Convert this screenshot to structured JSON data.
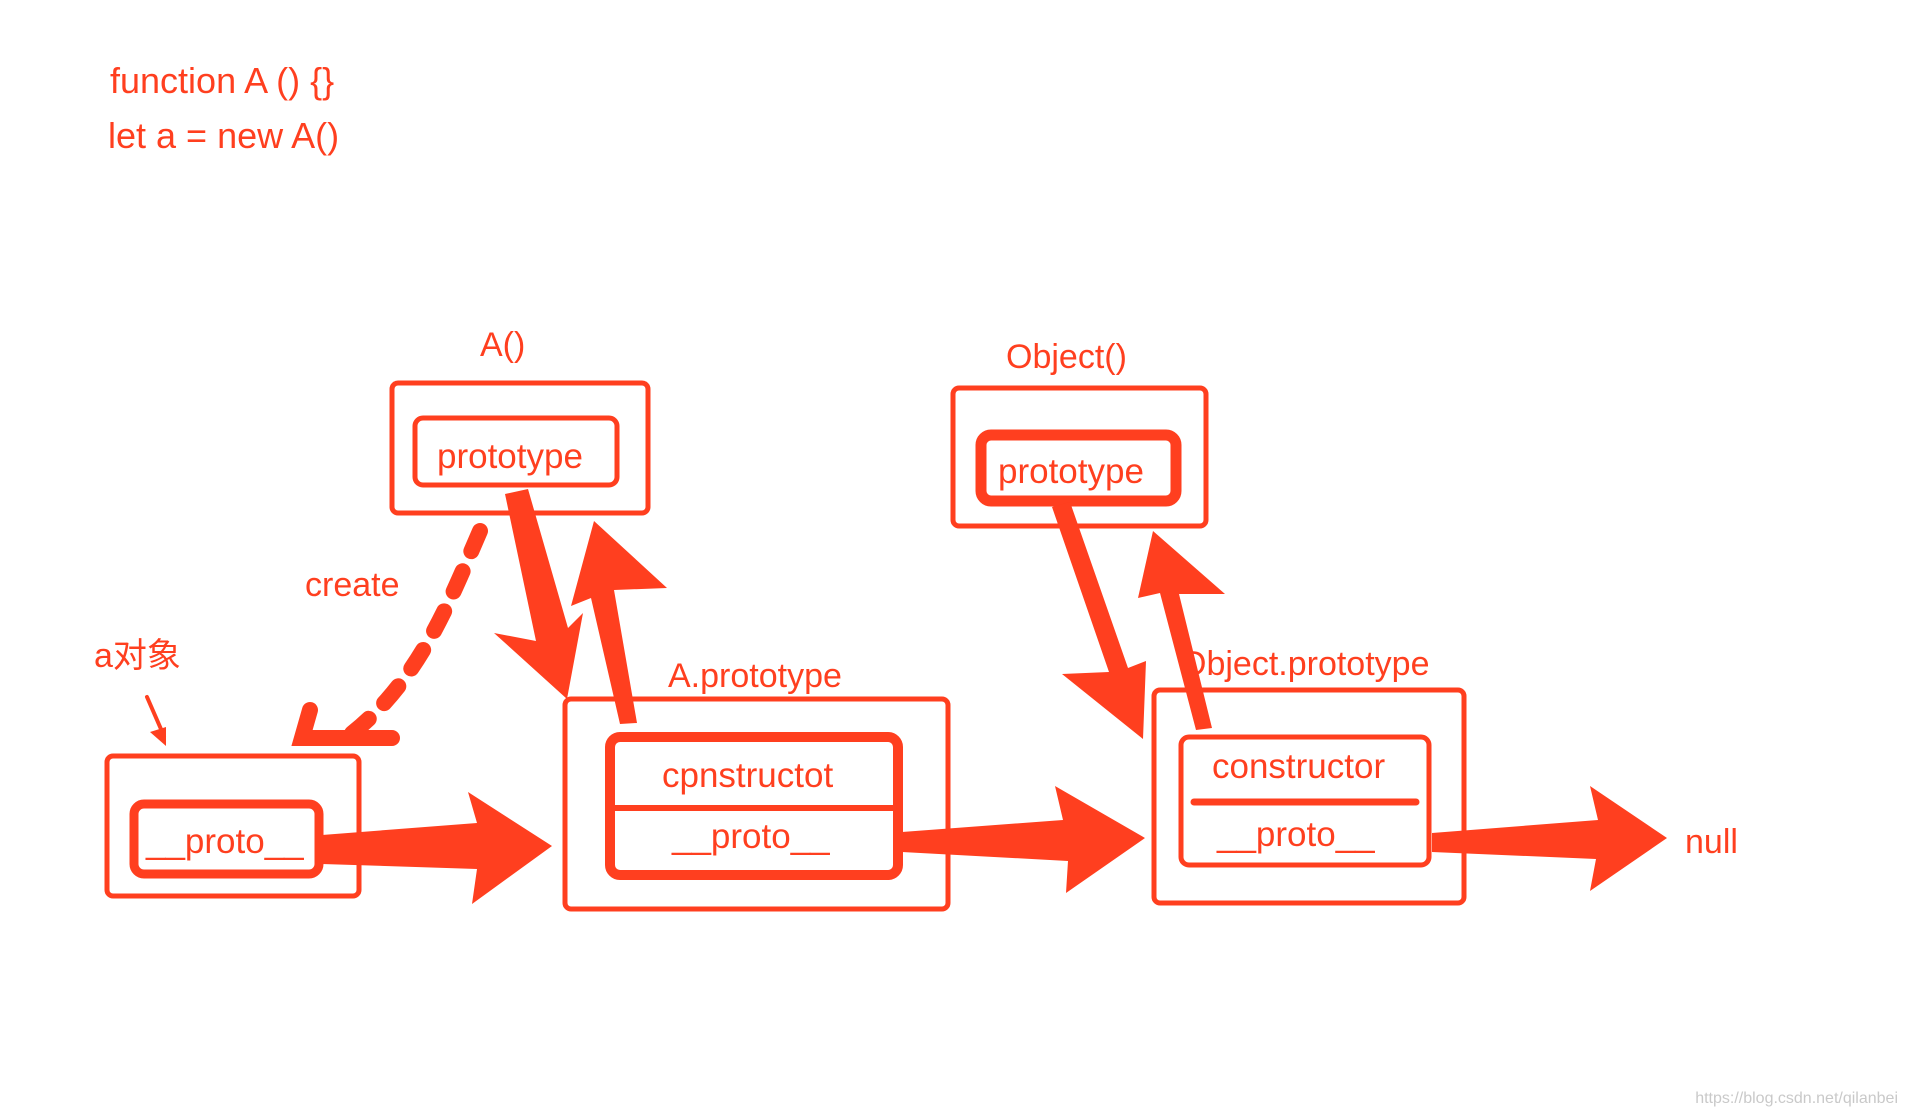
{
  "code": {
    "line1": "function A () {}",
    "line2": "let a = new A()"
  },
  "nodes": {
    "a_fn": {
      "title": "A()",
      "slot": "prototype"
    },
    "object_fn": {
      "title": "Object()",
      "slot": "prototype"
    },
    "a_object": {
      "title": "a对象",
      "slot": "__proto__"
    },
    "a_prototype": {
      "title": "A.prototype",
      "slot_top": "cpnstructot",
      "slot_bottom": "__proto__"
    },
    "object_prototype": {
      "title": "Object.prototype",
      "slot_top": "constructor",
      "slot_bottom": "__proto__"
    }
  },
  "labels": {
    "create": "create",
    "null": "null"
  },
  "watermark": "https://blog.csdn.net/qilanbei",
  "colors": {
    "accent": "#ff3f1f",
    "watermark": "#c9c9c9",
    "background": "#ffffff"
  }
}
